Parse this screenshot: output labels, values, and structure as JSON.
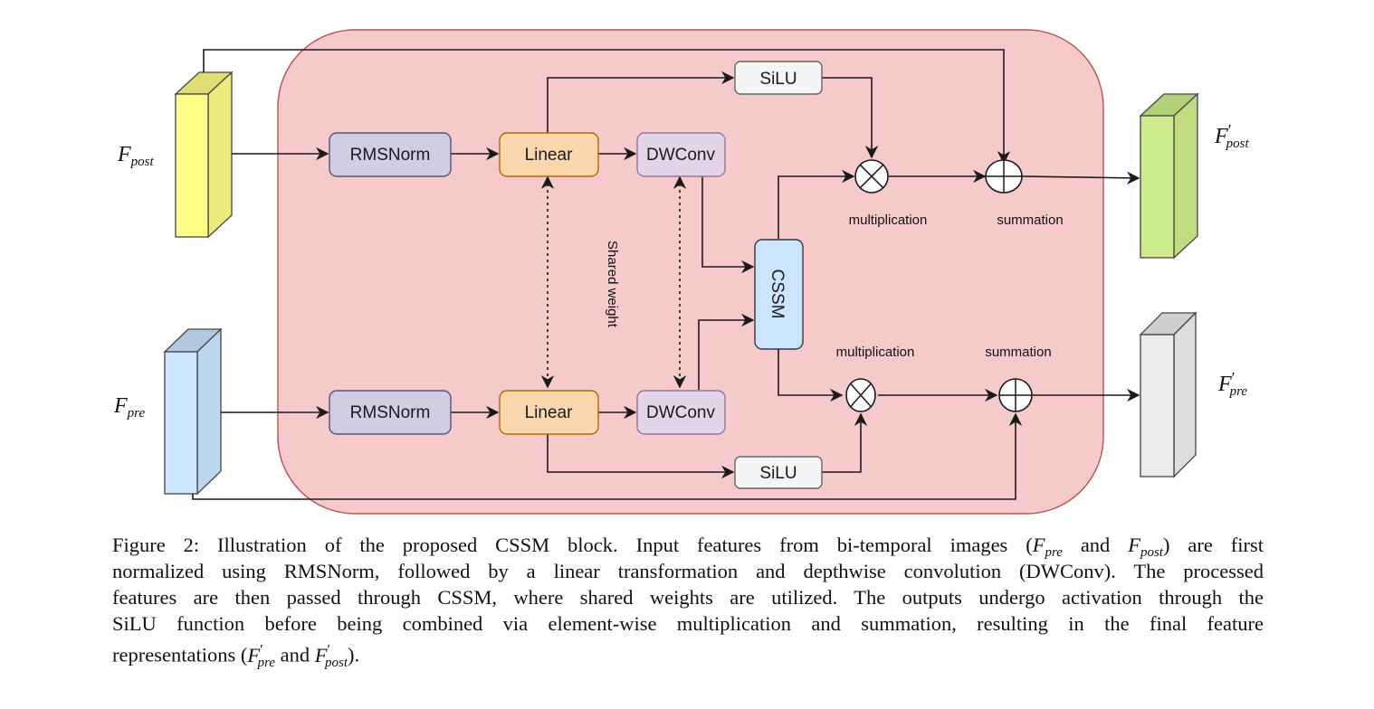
{
  "figure": {
    "block": {
      "fill": "#f6caca",
      "stroke": "#b85450"
    },
    "inputs": {
      "post": {
        "symbol": "F",
        "subscript": "post",
        "fill_front": "#ffff88",
        "fill_side": "#ecec7d",
        "fill_top": "#dede72"
      },
      "pre": {
        "symbol": "F",
        "subscript": "pre",
        "fill_front": "#cce5ff",
        "fill_side": "#bdd6f0",
        "fill_top": "#b0c8e0"
      }
    },
    "outputs": {
      "post": {
        "symbol": "F",
        "prime": "′",
        "subscript": "post",
        "fill_front": "#cdeb8b",
        "fill_side": "#bfdc80",
        "fill_top": "#b3d078"
      },
      "pre": {
        "symbol": "F",
        "prime": "′",
        "subscript": "pre",
        "fill_front": "#ececec",
        "fill_side": "#dedede",
        "fill_top": "#cfcfcf"
      }
    },
    "nodes": {
      "rmsnorm_top": {
        "label": "RMSNorm",
        "fill": "#d0cee2",
        "stroke": "#56517e"
      },
      "rmsnorm_bottom": {
        "label": "RMSNorm",
        "fill": "#d0cee2",
        "stroke": "#56517e"
      },
      "linear_top": {
        "label": "Linear",
        "fill": "#fad7ac",
        "stroke": "#b46504"
      },
      "linear_bottom": {
        "label": "Linear",
        "fill": "#fad7ac",
        "stroke": "#b46504"
      },
      "dwconv_top": {
        "label": "DWConv",
        "fill": "#e1d5e7",
        "stroke": "#9673a6"
      },
      "dwconv_bottom": {
        "label": "DWConv",
        "fill": "#e1d5e7",
        "stroke": "#9673a6"
      },
      "silu_top": {
        "label": "SiLU",
        "fill": "#f5f5f5",
        "stroke": "#666666"
      },
      "silu_bottom": {
        "label": "SiLU",
        "fill": "#f5f5f5",
        "stroke": "#666666"
      },
      "cssm": {
        "label": "CSSM",
        "fill": "#cce5ff",
        "stroke": "#36393d"
      }
    },
    "operators": {
      "mult_top": {
        "label": "multiplication",
        "symbol": "times"
      },
      "sum_top": {
        "label": "summation",
        "symbol": "plus"
      },
      "mult_bottom": {
        "label": "multiplication",
        "symbol": "times"
      },
      "sum_bottom": {
        "label": "summation",
        "symbol": "plus"
      }
    },
    "shared_weight_label": "Shared weight"
  },
  "caption": {
    "lines": [
      [
        "Figure 2: Illustration of the proposed CSSM block. Input features from bi-temporal images (",
        {
          "sym": "F",
          "sub": "pre"
        },
        " and ",
        {
          "sym": "F",
          "sub": "post"
        },
        ") are first"
      ],
      [
        "normalized using RMSNorm, followed by a linear transformation and depthwise convolution (DWConv). The processed"
      ],
      [
        "features are then passed through CSSM, where shared weights are utilized. The outputs undergo activation through the"
      ],
      [
        "SiLU function before being combined via element-wise multiplication and summation, resulting in the final feature"
      ],
      [
        "representations (",
        {
          "sym": "F",
          "prime": "′",
          "sub": "pre"
        },
        " and ",
        {
          "sym": "F",
          "prime": "′",
          "sub": "post"
        },
        ")."
      ]
    ]
  }
}
